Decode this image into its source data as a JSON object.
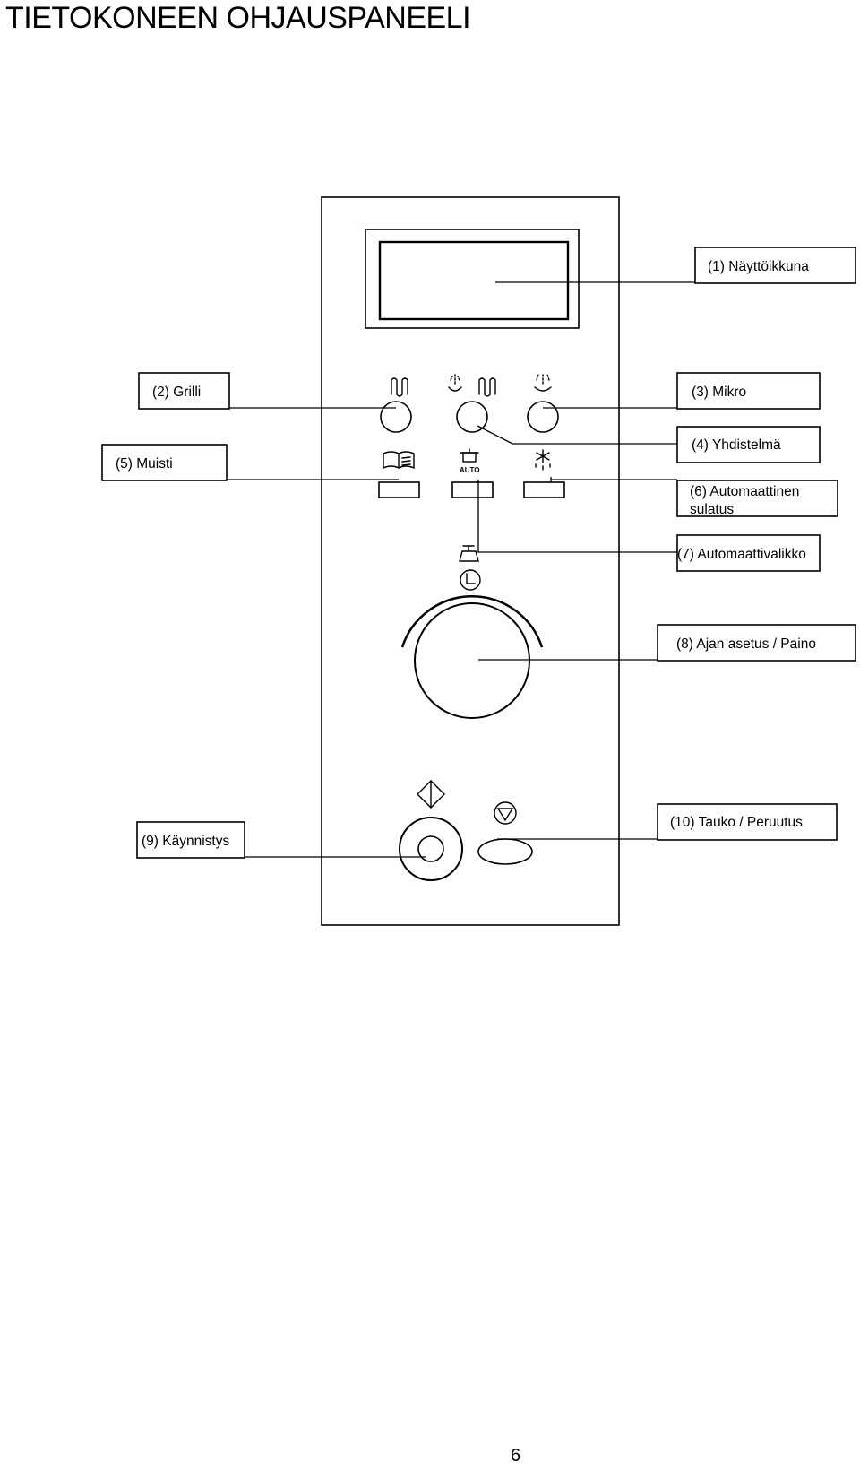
{
  "page": {
    "title": "TIETOKONEEN OHJAUSPANEELI",
    "page_number": "6"
  },
  "labels": {
    "display": "(1) Näyttöikkuna",
    "grill": "(2) Grilli",
    "micro": "(3) Mikro",
    "combination": "(4) Yhdistelmä",
    "memory": "(5) Muisti",
    "auto_defrost_line1": "(6) Automaattinen",
    "auto_defrost_line2": "sulatus",
    "auto_menu": "(7) Automaattivalikko",
    "time_weight": "(8) Ajan asetus / Paino",
    "start": "(9) Käynnistys",
    "pause_cancel": "(10) Tauko / Peruutus"
  },
  "panel": {
    "auto_key_text": "AUTO"
  }
}
